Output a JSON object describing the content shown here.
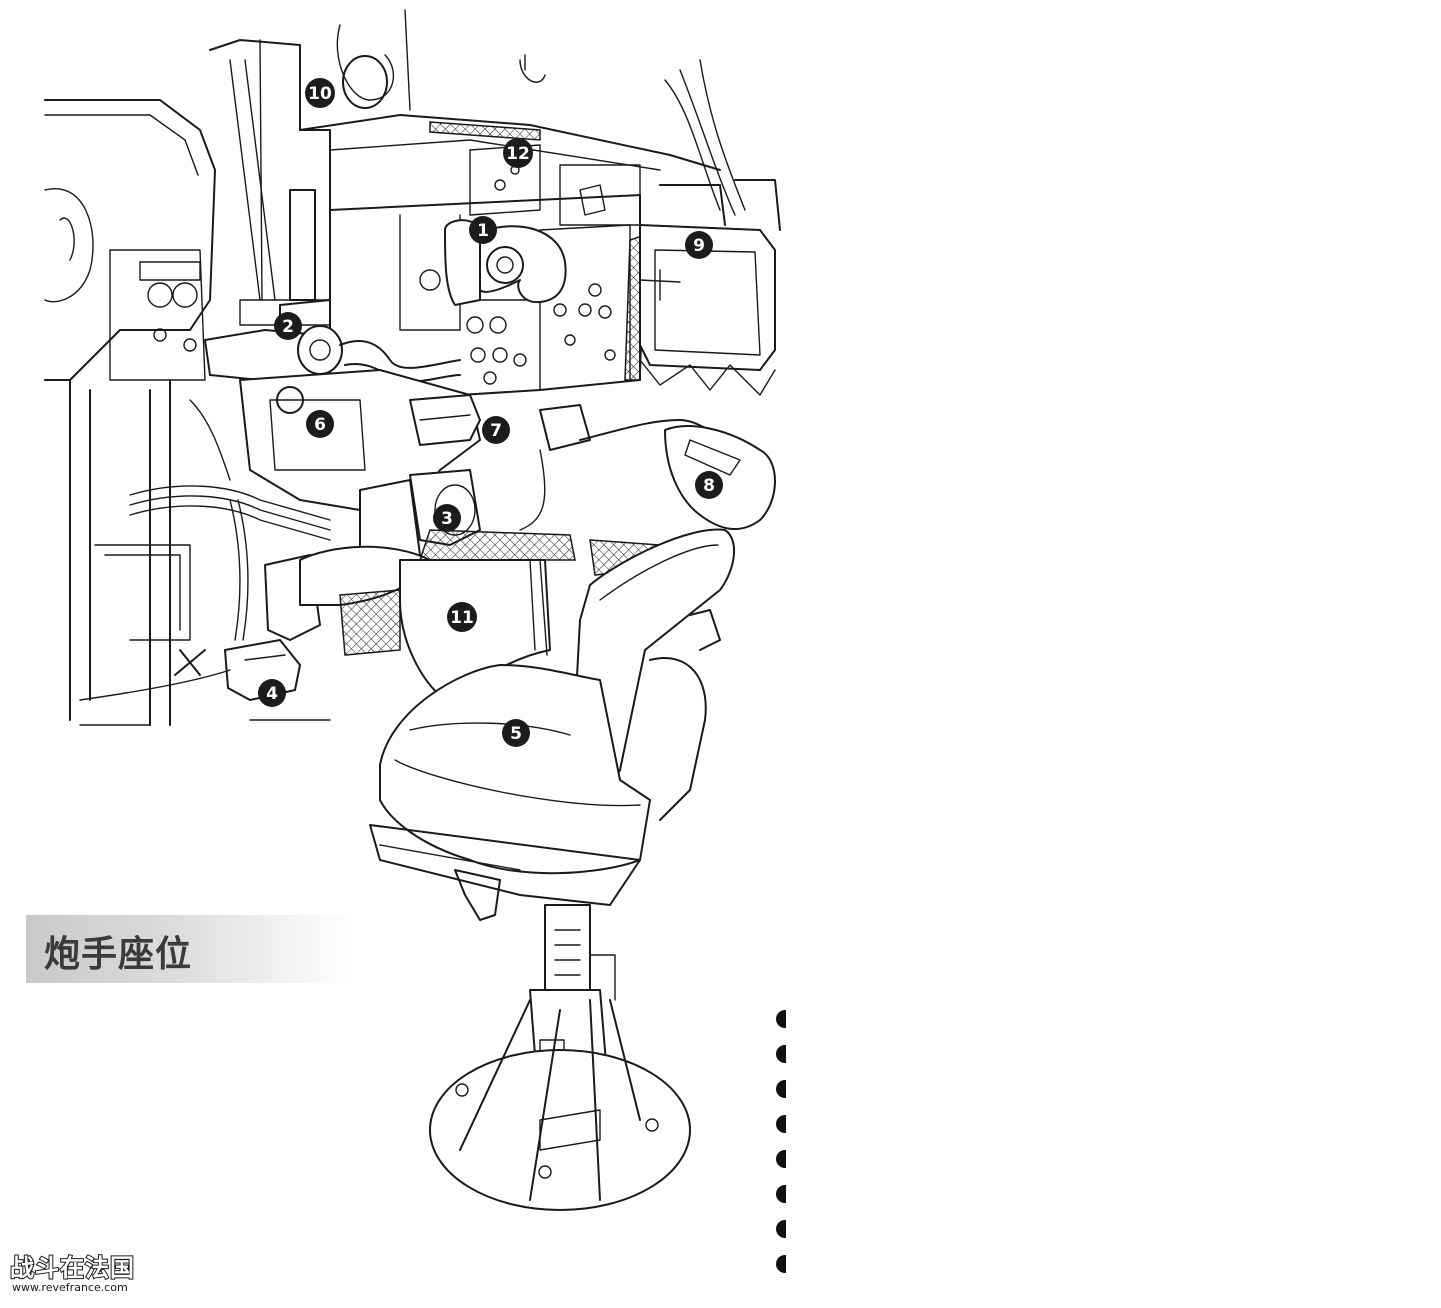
{
  "caption": "炮手座位",
  "watermark": {
    "title": "战斗在法国",
    "url": "www.revefrance.com"
  },
  "callouts": [
    {
      "id": "1",
      "label": "1"
    },
    {
      "id": "2",
      "label": "2"
    },
    {
      "id": "3",
      "label": "3"
    },
    {
      "id": "4",
      "label": "4"
    },
    {
      "id": "5",
      "label": "5"
    },
    {
      "id": "6",
      "label": "6"
    },
    {
      "id": "7",
      "label": "7"
    },
    {
      "id": "8",
      "label": "8"
    },
    {
      "id": "9",
      "label": "9"
    },
    {
      "id": "10",
      "label": "10"
    },
    {
      "id": "11",
      "label": "11"
    },
    {
      "id": "12",
      "label": "12"
    }
  ],
  "colors": {
    "ink": "#1a1a1a",
    "caption_band": "#d0d0d0",
    "background": "#ffffff"
  }
}
